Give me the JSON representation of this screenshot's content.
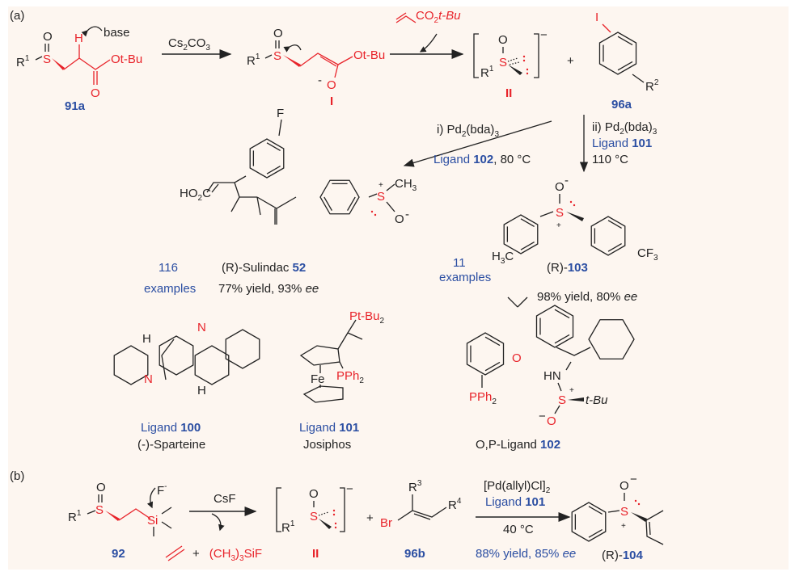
{
  "panel_a": {
    "label": "(a)",
    "c91a": {
      "r": "R",
      "r_sup": "1",
      "s": "S",
      "o": "O",
      "h": "H",
      "base": "base",
      "otbu": "Ot-Bu",
      "o2": "O",
      "id": "91a"
    },
    "step1": {
      "cs": "Cs",
      "sub": "2",
      "co": "CO",
      "sub2": "3"
    },
    "intI": {
      "r": "R",
      "r_sup": "1",
      "s": "S",
      "o": "O",
      "om": "O",
      "minus": "-",
      "otbu": "Ot-Bu",
      "id": "I"
    },
    "acrylate": {
      "co": "CO",
      "sub": "2",
      "tbu": "t-Bu"
    },
    "intII": {
      "o": "O",
      "s": "S",
      "r": "R",
      "r_sup": "1",
      "charge": "−",
      "id": "II"
    },
    "plus": "+",
    "c96a": {
      "i": "I",
      "r": "R",
      "r_sup": "2",
      "id": "96a"
    },
    "cond_i": {
      "line1": "i) Pd",
      "sub1": "2",
      "line1b": "(bda)",
      "sub2": "3",
      "ligand": "Ligand ",
      "ligand_num": "102",
      "temp": ", 80 °C"
    },
    "cond_ii": {
      "line1": "ii) Pd",
      "sub1": "2",
      "line1b": "(bda)",
      "sub2": "3",
      "ligand": "Ligand ",
      "ligand_num": "101",
      "temp": "110 °C"
    },
    "sulindac": {
      "f": "F",
      "ho2c": "HO",
      "ho2c_sub": "2",
      "ho2c_c": "C",
      "s": "S",
      "plus": "+",
      "o": "O",
      "minus": "-",
      "ch3": "CH",
      "ch3_sub": "3",
      "count": "116",
      "examples": "examples",
      "name_r": "(R)",
      "name": "-Sulindac ",
      "num": "52",
      "yield": "77% yield, 93% ",
      "ee": "ee"
    },
    "c103": {
      "o": "O",
      "minus": "-",
      "s": "S",
      "plus": "+",
      "h3c": "H",
      "h3c_sub": "3",
      "h3c_c": "C",
      "cf3": "CF",
      "cf3_sub": "3",
      "count": "11",
      "examples": "examples",
      "name_r": "(R)",
      "name": "-",
      "num": "103",
      "yield": "98% yield, 80% ",
      "ee": "ee"
    },
    "ligands": [
      {
        "atoms": [
          "H",
          "N",
          "N",
          "H"
        ],
        "label": "Ligand ",
        "num": "100",
        "name": "(-)-Sparteine"
      },
      {
        "atoms": [
          "Pt-Bu",
          "2",
          "PPh",
          "2",
          "Fe"
        ],
        "label": "Ligand ",
        "num": "101",
        "name": "Josiphos"
      },
      {
        "atoms": [
          "O",
          "PPh",
          "2",
          "HN",
          "S",
          "+",
          "O",
          "−",
          "t-Bu"
        ],
        "label": "O,P-Ligand ",
        "num": "102"
      }
    ]
  },
  "panel_b": {
    "label": "(b)",
    "c92": {
      "r": "R",
      "r_sup": "1",
      "s": "S",
      "o": "O",
      "si": "Si",
      "f": "F",
      "f_sup": "-",
      "id": "92"
    },
    "step": {
      "reagent": "CsF"
    },
    "byproducts": {
      "plus": "+",
      "tms": "(CH",
      "tms_sub": "3",
      "tms_b": ")",
      "tms_sub2": "3",
      "tms_c": "SiF"
    },
    "intII": {
      "o": "O",
      "s": "S",
      "r": "R",
      "r_sup": "1",
      "charge": "−",
      "id": "II"
    },
    "plus": "+",
    "c96b": {
      "br": "Br",
      "r3": "R",
      "r3_sup": "3",
      "r4": "R",
      "r4_sup": "4",
      "id": "96b"
    },
    "cond": {
      "pd": "[Pd(allyl)Cl]",
      "pd_sub": "2",
      "ligand": "Ligand ",
      "ligand_num": "101",
      "temp": "40 °C",
      "yield": "88% yield, 85% ",
      "ee": "ee"
    },
    "c104": {
      "o": "O",
      "minus": "−",
      "s": "S",
      "plus": "+",
      "name_r": "(R)",
      "name": "-",
      "num": "104"
    }
  },
  "colors": {
    "background": "#fdf6f0",
    "red": "#e8232a",
    "blue": "#2b4ea2"
  }
}
